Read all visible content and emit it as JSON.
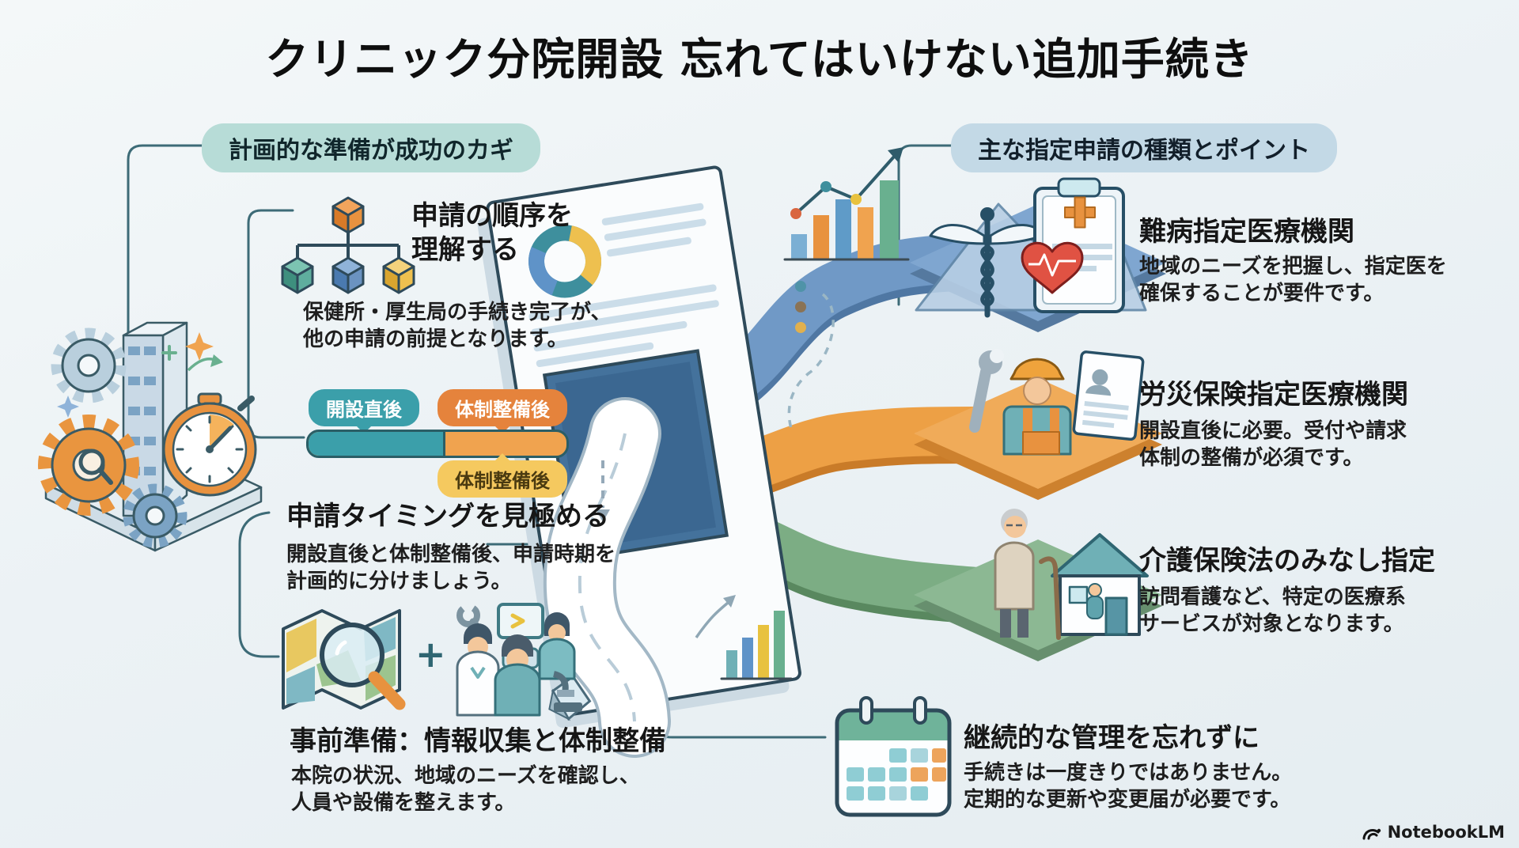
{
  "meta": {
    "title": "クリニック分院開設 忘れてはいけない追加手続き",
    "brand": "NotebookLM"
  },
  "badges": {
    "left": "計画的な準備が成功のカギ",
    "right": "主な指定申請の種類とポイント"
  },
  "left_column": {
    "step1": {
      "heading": "申請の順序を\n理解する",
      "desc": "保健所・厚生局の手続き完了が、\n他の申請の前提となります。"
    },
    "timeline": {
      "pill_start": "開設直後",
      "pill_after": "体制整備後",
      "pill_after_below": "体制整備後"
    },
    "step2": {
      "heading": "申請タイミングを見極める",
      "desc": "開設直後と体制整備後、申請時期を\n計画的に分けましょう。"
    },
    "step3": {
      "plus": "+",
      "heading": "事前準備：情報収集と体制整備",
      "desc": "本院の状況、地域のニーズを確認し、\n人員や設備を整えます。"
    }
  },
  "right_column": {
    "item1": {
      "heading": "難病指定医療機関",
      "desc": "地域のニーズを把握し、指定医を\n確保することが要件です。"
    },
    "item2": {
      "heading": "労災保険指定医療機関",
      "desc": "開設直後に必要。受付や請求\n体制の整備が必須です。"
    },
    "item3": {
      "heading": "介護保険法のみなし指定",
      "desc": "訪問看護など、特定の医療系\nサービスが対象となります。"
    }
  },
  "footer_note": {
    "heading": "継続的な管理を忘れずに",
    "desc": "手続きは一度きりではありません。\n定期的な更新や変更届が必要です。"
  },
  "colors": {
    "teal": "#3b9faa",
    "orange": "#e8923f",
    "yellow": "#f3c862",
    "blue": "#6b93c1",
    "green": "#76a97e",
    "line": "#3d6b77"
  }
}
